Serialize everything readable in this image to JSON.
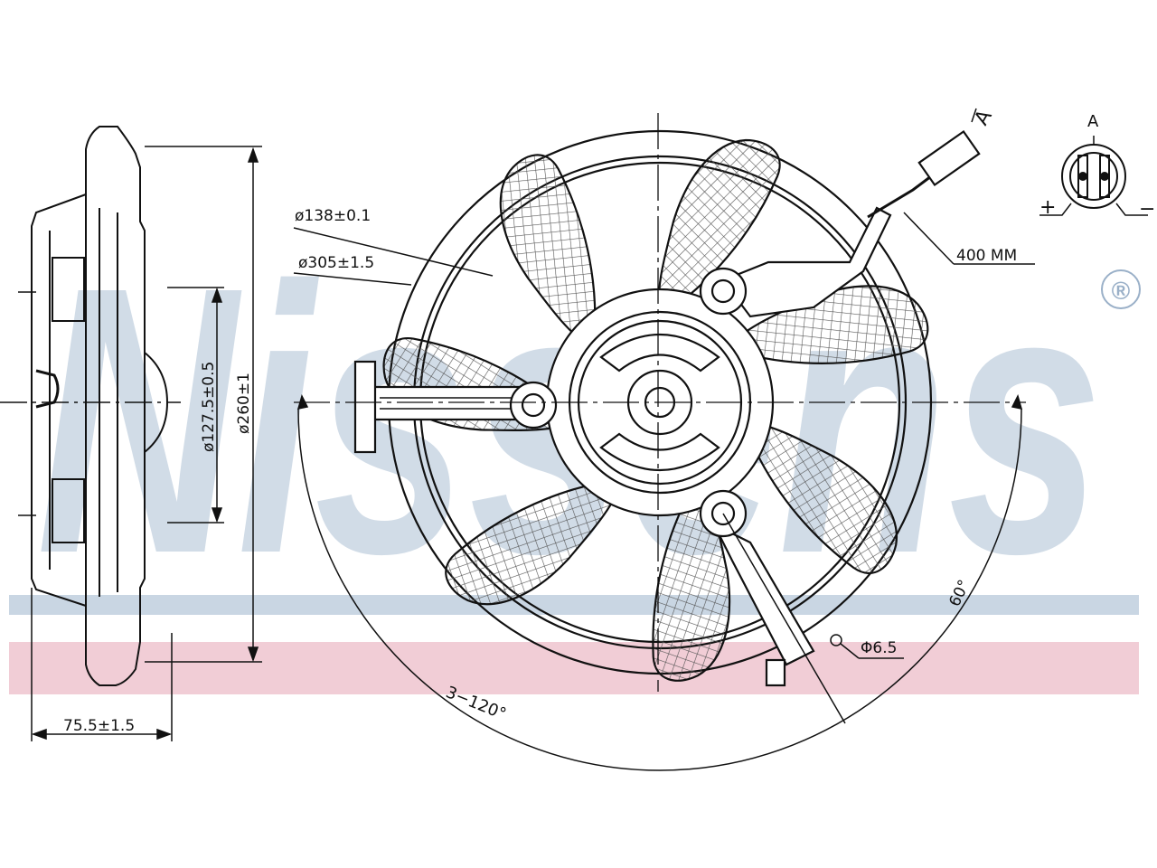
{
  "watermark": {
    "brand_text": "Nissens",
    "registered_mark": "®",
    "band_blue": "#c9d6e3",
    "band_pink": "#f1cdd6"
  },
  "dimensions": {
    "hub_diameter": "ø138±0.1",
    "shroud_diameter": "ø305±1.5",
    "cable_length": "400 MM",
    "view_label": "A",
    "detail_view_label": "A",
    "plus_sign": "+",
    "minus_sign": "−",
    "mount_spacing": "ø127.5±0.5",
    "overall_height": "ø260±1",
    "depth": "75.5±1.5",
    "hole_diameter": "Φ6.5",
    "hole_pattern": "3−120°",
    "angle": "60°"
  },
  "colors": {
    "line": "#111111",
    "mesh": "#555555"
  }
}
